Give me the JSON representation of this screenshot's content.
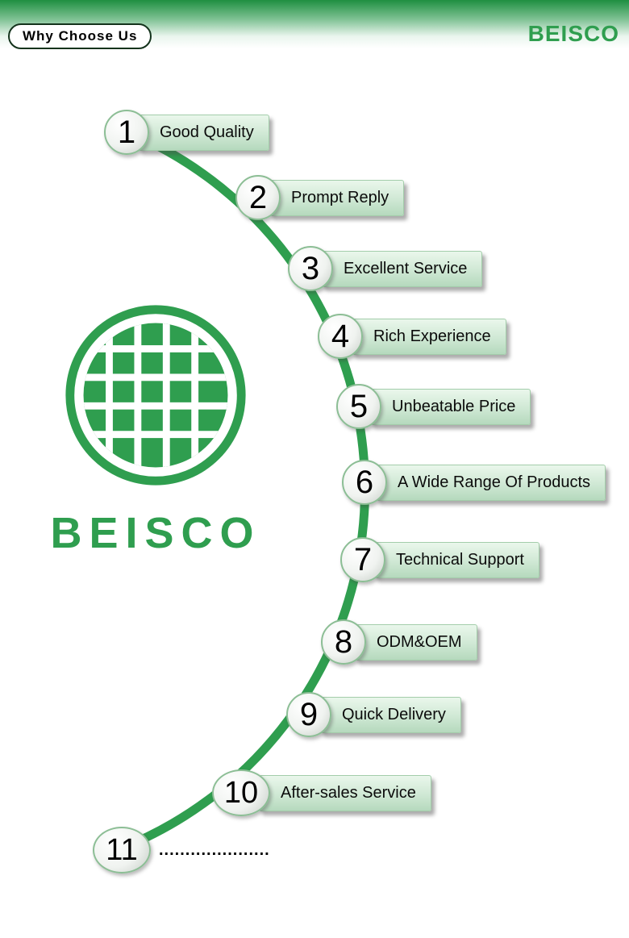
{
  "header": {
    "title": "Why Choose Us",
    "brand": "BEISCO"
  },
  "logo": {
    "wordmark": "BEISCO"
  },
  "items": [
    {
      "number": "1",
      "label": "Good Quality"
    },
    {
      "number": "2",
      "label": "Prompt Reply"
    },
    {
      "number": "3",
      "label": "Excellent Service"
    },
    {
      "number": "4",
      "label": "Rich Experience"
    },
    {
      "number": "5",
      "label": "Unbeatable Price"
    },
    {
      "number": "6",
      "label": "A Wide Range Of Products"
    },
    {
      "number": "7",
      "label": "Technical Support"
    },
    {
      "number": "8",
      "label": "ODM&OEM"
    },
    {
      "number": "9",
      "label": "Quick Delivery"
    },
    {
      "number": "10",
      "label": "After-sales Service"
    },
    {
      "number": "11",
      "label": "....................."
    }
  ],
  "colors": {
    "accent_green": "#2f9e4f",
    "header_gradient_top": "#1f8f41",
    "box_gradient_top": "#eaf7ec",
    "box_gradient_bottom": "#b5d9bd"
  }
}
